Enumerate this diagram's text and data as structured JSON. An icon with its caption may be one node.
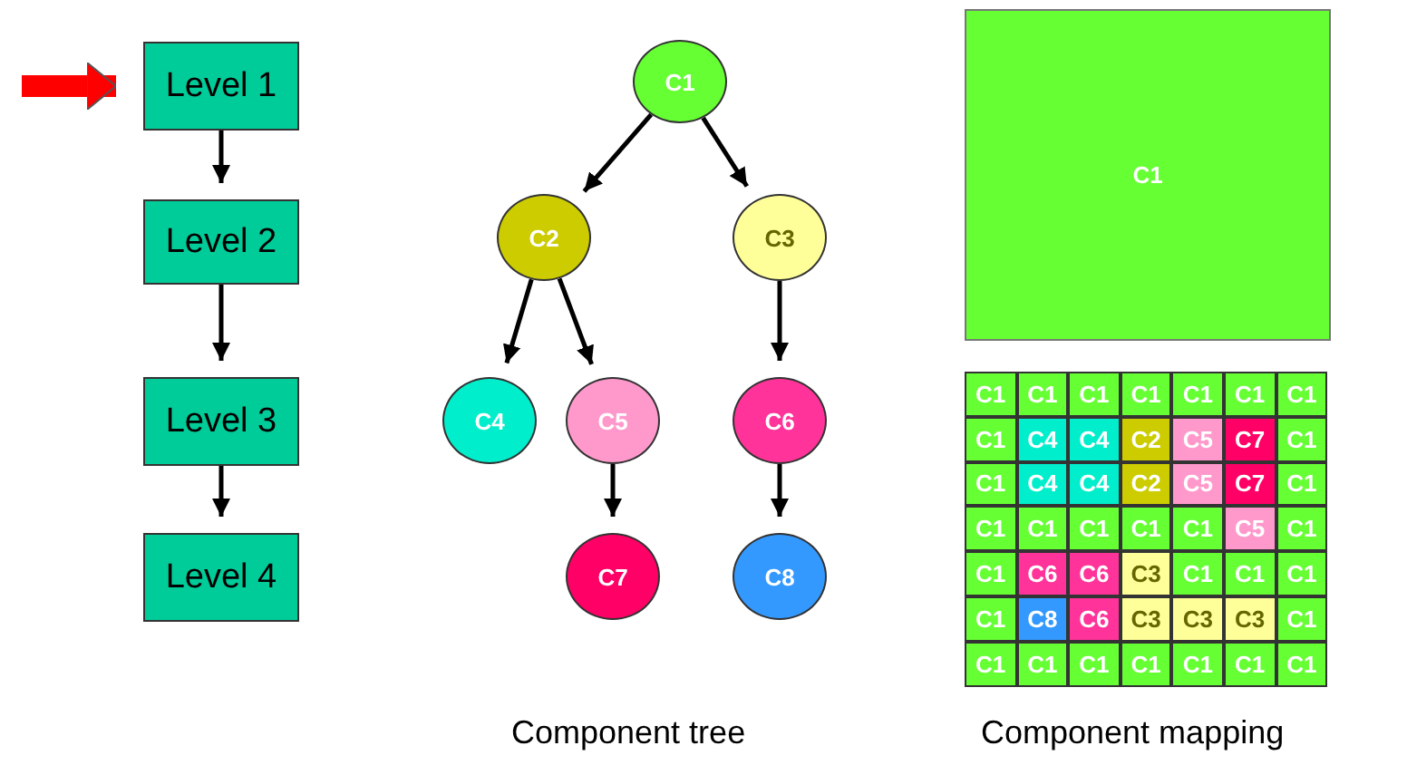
{
  "diagram": {
    "nodes": [
      {
        "text": [
          "Level 1"
        ]
      },
      {
        "text": [
          "Level 2"
        ]
      },
      {
        "text": [
          "Level 3"
        ]
      },
      {
        "text": [
          "Level 4"
        ]
      },
      {
        "text": [
          "C1"
        ]
      },
      {
        "text": [
          "C2"
        ]
      },
      {
        "text": [
          "C3"
        ]
      },
      {
        "text": [
          "C4"
        ]
      },
      {
        "text": [
          "C5"
        ]
      },
      {
        "text": [
          "C6"
        ]
      },
      {
        "text": [
          "C7"
        ]
      },
      {
        "text": [
          "C8"
        ]
      },
      {
        "text": [
          "C1"
        ]
      },
      {
        "text": [
          "C1"
        ]
      },
      {
        "text": [
          "C1"
        ]
      },
      {
        "text": [
          "C1"
        ]
      },
      {
        "text": [
          "C1"
        ]
      },
      {
        "text": [
          "C1"
        ]
      },
      {
        "text": [
          "C1"
        ]
      },
      {
        "text": [
          "C1"
        ]
      },
      {
        "text": [
          "C1"
        ]
      },
      {
        "text": [
          "C4"
        ]
      },
      {
        "text": [
          "C4"
        ]
      },
      {
        "text": [
          "C2"
        ]
      },
      {
        "text": [
          "C5"
        ]
      },
      {
        "text": [
          "C7"
        ]
      },
      {
        "text": [
          "C1"
        ]
      },
      {
        "text": [
          "C1"
        ]
      },
      {
        "text": [
          "C4"
        ]
      },
      {
        "text": [
          "C4"
        ]
      },
      {
        "text": [
          "C2"
        ]
      },
      {
        "text": [
          "C5"
        ]
      },
      {
        "text": [
          "C7"
        ]
      },
      {
        "text": [
          "C1"
        ]
      },
      {
        "text": [
          "C1"
        ]
      },
      {
        "text": [
          "C1"
        ]
      },
      {
        "text": [
          "C1"
        ]
      },
      {
        "text": [
          "C1"
        ]
      },
      {
        "text": [
          "C1"
        ]
      },
      {
        "text": [
          "C5"
        ]
      },
      {
        "text": [
          "C1"
        ]
      },
      {
        "text": [
          "C1"
        ]
      },
      {
        "text": [
          "C6"
        ]
      },
      {
        "text": [
          "C6"
        ]
      },
      {
        "text": [
          "C3"
        ]
      },
      {
        "text": [
          "C1"
        ]
      },
      {
        "text": [
          "C1"
        ]
      },
      {
        "text": [
          "C1"
        ]
      },
      {
        "text": [
          "C1"
        ]
      },
      {
        "text": [
          "C8"
        ]
      },
      {
        "text": [
          "C6"
        ]
      },
      {
        "text": [
          "C3"
        ]
      },
      {
        "text": [
          "C3"
        ]
      },
      {
        "text": [
          "C3"
        ]
      },
      {
        "text": [
          "C1"
        ]
      },
      {
        "text": [
          "C1"
        ]
      },
      {
        "text": [
          "C1"
        ]
      },
      {
        "text": [
          "C1"
        ]
      },
      {
        "text": [
          "C1"
        ]
      },
      {
        "text": [
          "C1"
        ]
      },
      {
        "text": [
          "C1"
        ]
      },
      {
        "text": [
          "C1"
        ]
      }
    ],
    "edges": [
      {
        "from": null,
        "to": 0,
        "arrow": "to",
        "style": "thick",
        "color": "#ff0000"
      },
      {
        "from": 0,
        "to": 1,
        "arrow": "to"
      },
      {
        "from": 1,
        "to": 2,
        "arrow": "to"
      },
      {
        "from": 2,
        "to": 3,
        "arrow": "to"
      },
      {
        "from": 4,
        "to": 5,
        "arrow": "to"
      },
      {
        "from": 4,
        "to": 6,
        "arrow": "to"
      },
      {
        "from": 5,
        "to": 7,
        "arrow": "to"
      },
      {
        "from": 5,
        "to": 8,
        "arrow": "to"
      },
      {
        "from": 6,
        "to": 9,
        "arrow": "to"
      },
      {
        "from": 8,
        "to": 10,
        "arrow": "to"
      },
      {
        "from": 9,
        "to": 11,
        "arrow": "to"
      }
    ],
    "labels": [
      "Component tree",
      "Component mapping"
    ]
  }
}
